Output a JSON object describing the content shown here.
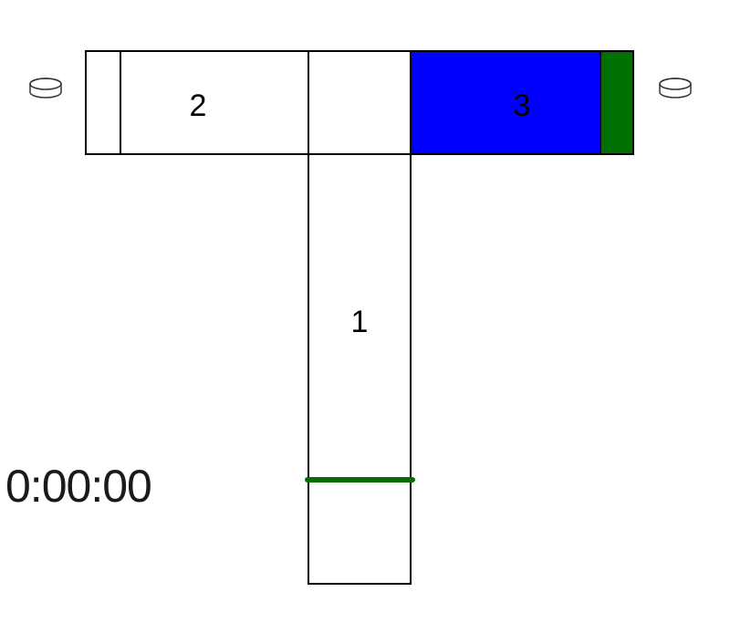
{
  "segments": {
    "vertical_label": "1",
    "left_label": "2",
    "right_label": "3"
  },
  "colors": {
    "occupied": "#0000ff",
    "signal": "#007000",
    "outline": "#000000"
  },
  "timer": "0:00:00",
  "icons": {
    "left": "pill-icon",
    "right": "pill-icon"
  }
}
